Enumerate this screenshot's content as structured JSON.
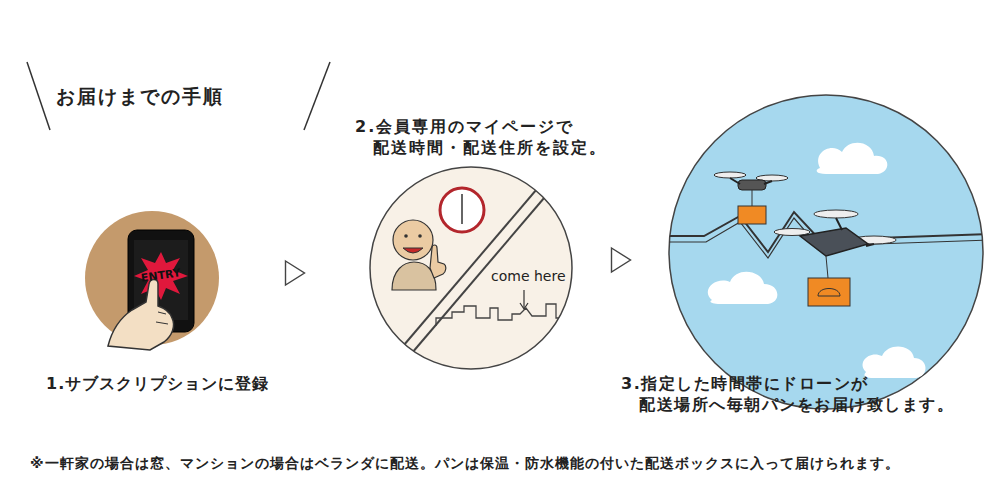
{
  "diagram": {
    "title": "お届けまでの手順",
    "caption": "※一軒家の場合は窓、マンションの場合はベランダに配送。パンは保温・防水機能の付いた配送ボックスに入って届けられます。",
    "nodes": [
      {
        "text": [
          "ENTRY",
          "1.サブスクリプションに登録"
        ]
      },
      {
        "text": [
          "2.会員専用のマイページで 配送時間・配送住所を設定。",
          "come here"
        ]
      },
      {
        "text": [
          "3.指定した時間帯にドローンが 配送場所へ毎朝パンをお届け致します。"
        ]
      }
    ],
    "edges": [
      {
        "from": 0,
        "to": 1,
        "arrow": "to"
      },
      {
        "from": 1,
        "to": 2,
        "arrow": "to"
      }
    ]
  }
}
